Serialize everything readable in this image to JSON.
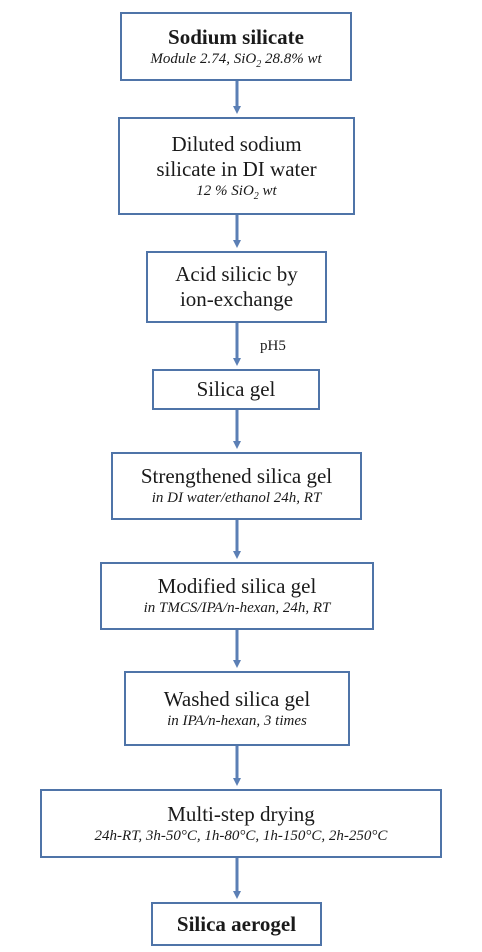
{
  "steps": [
    {
      "title": "Sodium silicate",
      "sub_before": "Module 2.74, SiO",
      "sub_subscript": "2",
      "sub_after": " 28.8% wt"
    },
    {
      "title_line1": "Diluted sodium",
      "title_line2": "silicate in DI water",
      "sub_before": "12 % SiO",
      "sub_subscript": "2",
      "sub_after": " wt"
    },
    {
      "title_line1": "Acid silicic by",
      "title_line2": "ion-exchange"
    },
    {
      "title": "Silica gel"
    },
    {
      "title": "Strengthened silica gel",
      "sub": "in DI water/ethanol 24h, RT"
    },
    {
      "title": "Modified silica gel",
      "sub": "in TMCS/IPA/n-hexan, 24h, RT"
    },
    {
      "title": "Washed silica gel",
      "sub": "in IPA/n-hexan, 3 times"
    },
    {
      "title": "Multi-step drying",
      "sub": "24h-RT, 3h-50°C, 1h-80°C, 1h-150°C, 2h-250°C"
    },
    {
      "title": "Silica aerogel"
    }
  ],
  "annotations": {
    "ph": "pH5"
  },
  "colors": {
    "box_border": "#4f74a8",
    "arrow": "#5b7fb5"
  }
}
